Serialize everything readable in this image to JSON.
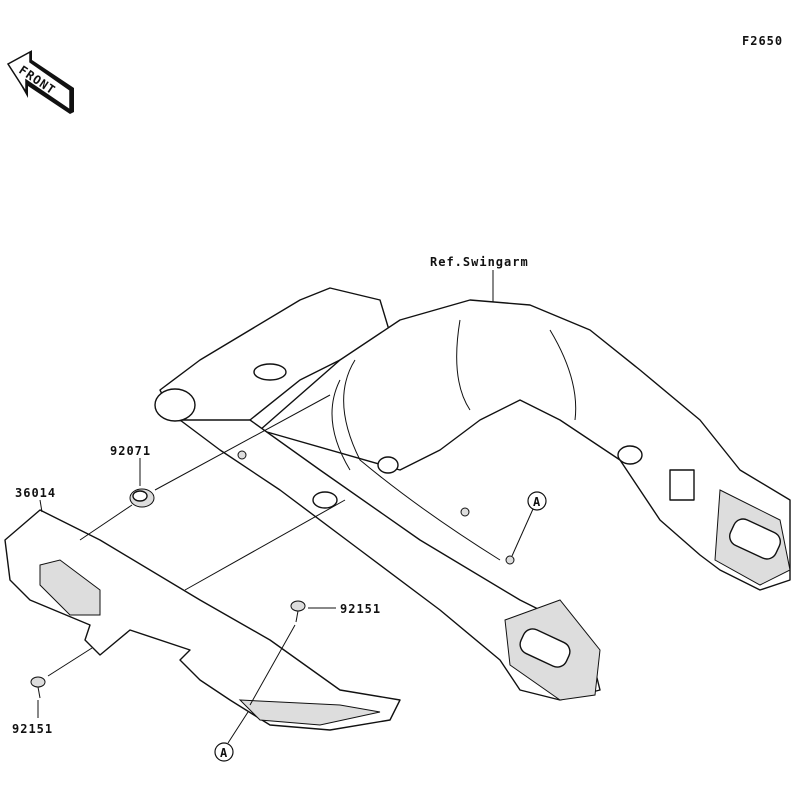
{
  "diagram_code": "F2650",
  "front_arrow": "FRONT",
  "labels": {
    "swingarm_ref": "Ref.Swingarm",
    "part_92071": "92071",
    "part_36014": "36014",
    "part_92151_right": "92151",
    "part_92151_left": "92151",
    "callout_a_top": "A",
    "callout_a_bottom": "A"
  }
}
